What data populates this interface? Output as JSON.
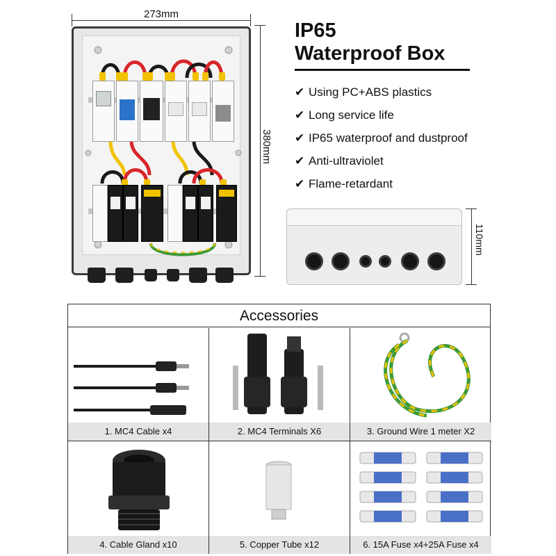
{
  "dimensions": {
    "width_label": "273mm",
    "height_label": "380mm",
    "depth_label": "110mm"
  },
  "product": {
    "title_line1": "IP65",
    "title_line2": "Waterproof Box"
  },
  "features": [
    "Using PC+ABS plastics",
    "Long service life",
    "IP65 waterproof and dustproof",
    "Anti-ultraviolet",
    "Flame-retardant"
  ],
  "accessories": {
    "title": "Accessories",
    "items": [
      {
        "caption": "1. MC4 Cable x4"
      },
      {
        "caption": "2.  MC4 Terminals X6"
      },
      {
        "caption": "3. Ground Wire 1 meter X2"
      },
      {
        "caption": "4. Cable Gland x10"
      },
      {
        "caption": "5. Copper Tube x12"
      },
      {
        "caption": "6. 15A Fuse x4+25A Fuse x4"
      }
    ]
  },
  "colors": {
    "wire_red": "#d8262b",
    "wire_yellow": "#f2c200",
    "wire_black": "#1a1a1a",
    "breaker_blue": "#2b74c9",
    "ground_green": "#3d9a3a",
    "fuse_blue": "#4a6fc7",
    "caption_bg": "#e4e4e4"
  }
}
